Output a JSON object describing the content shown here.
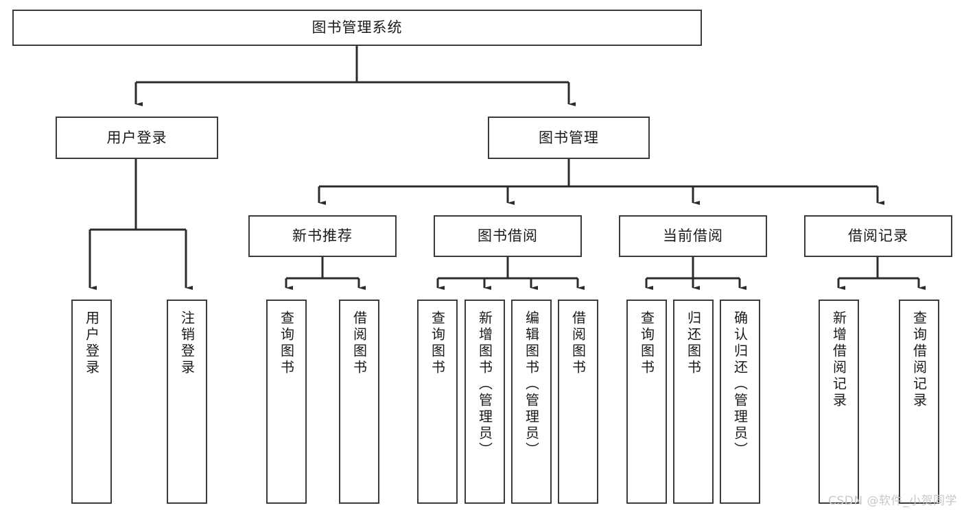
{
  "diagram": {
    "title": "图书管理系统",
    "type": "tree",
    "watermark": "CSDN @软件_小贺同学",
    "colors": {
      "box_border": "#3a3a3a",
      "box_fill": "#ffffff",
      "line": "#2b2b2b",
      "text": "#1a1a1a",
      "watermark": "#c8c8c8",
      "background": "#ffffff"
    }
  },
  "nodes": {
    "root": {
      "label": "图书管理系统",
      "level": 1
    },
    "level2": [
      {
        "id": "user-login",
        "label": "用户登录"
      },
      {
        "id": "book-manage",
        "label": "图书管理"
      }
    ],
    "level3": [
      {
        "id": "new-book-recommend",
        "label": "新书推荐"
      },
      {
        "id": "book-borrow",
        "label": "图书借阅"
      },
      {
        "id": "current-borrow",
        "label": "当前借阅"
      },
      {
        "id": "borrow-record",
        "label": "借阅记录"
      }
    ],
    "leaves": {
      "user_login": [
        {
          "id": "leaf-user-login",
          "label": "用户登录"
        },
        {
          "id": "leaf-logout-login",
          "label": "注销登录"
        }
      ],
      "new_book_recommend": [
        {
          "id": "leaf-query-book-1",
          "label": "查询图书"
        },
        {
          "id": "leaf-borrow-book-1",
          "label": "借阅图书"
        }
      ],
      "book_borrow": [
        {
          "id": "leaf-query-book-2",
          "label": "查询图书"
        },
        {
          "id": "leaf-add-book",
          "label": "新增图书（管理员）"
        },
        {
          "id": "leaf-edit-book",
          "label": "编辑图书（管理员）"
        },
        {
          "id": "leaf-borrow-book-2",
          "label": "借阅图书"
        }
      ],
      "current_borrow": [
        {
          "id": "leaf-query-book-3",
          "label": "查询图书"
        },
        {
          "id": "leaf-return-book",
          "label": "归还图书"
        },
        {
          "id": "leaf-confirm-return",
          "label": "确认归还（管理员）"
        }
      ],
      "borrow_record": [
        {
          "id": "leaf-add-record",
          "label": "新增借阅记录"
        },
        {
          "id": "leaf-query-record",
          "label": "查询借阅记录"
        }
      ]
    }
  }
}
